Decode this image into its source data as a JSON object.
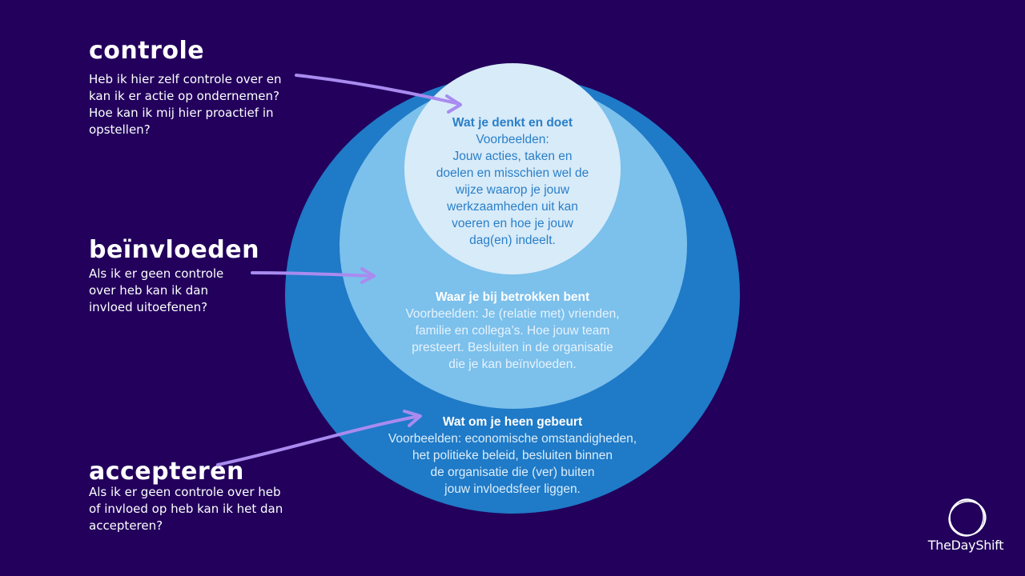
{
  "labels": {
    "control": {
      "heading": "controle",
      "description": "Heb ik hier zelf controle over en kan ik er actie op ondernemen? Hoe kan ik mij hier proactief in opstellen?"
    },
    "influence": {
      "heading": "beïnvloeden",
      "description": "Als ik er geen controle over heb kan ik dan invloed uitoefenen?"
    },
    "accept": {
      "heading": "accepteren",
      "description": "Als ik er geen controle over heb of invloed op heb kan ik het dan accepteren?"
    }
  },
  "circles": {
    "inner": {
      "title": "Wat je denkt en doet",
      "body": "Voorbeelden:\nJouw acties, taken en\ndoelen en misschien wel de\nwijze waarop je jouw\nwerkzaamheden uit kan\nvoeren en hoe je jouw\ndag(en) indeelt.",
      "color": "#d8ebf9"
    },
    "middle": {
      "title": "Waar je bij betrokken bent",
      "body": "Voorbeelden: Je (relatie met) vrienden,\nfamilie en collega’s. Hoe jouw team\npresteert. Besluiten in de organisatie\ndie je kan beïnvloeden.",
      "color": "#7cc0ec"
    },
    "outer": {
      "title": "Wat om je heen gebeurt",
      "body": "Voorbeelden: economische omstandigheden,\nhet politieke beleid, besluiten binnen\nde organisatie die (ver) buiten\njouw invloedsfeer liggen.",
      "color": "#1f7ac7"
    }
  },
  "colors": {
    "background": "#22005c",
    "arrow": "#a98bf0"
  },
  "logo": {
    "text": "TheDayShift",
    "icon": "circle-logo-icon"
  }
}
